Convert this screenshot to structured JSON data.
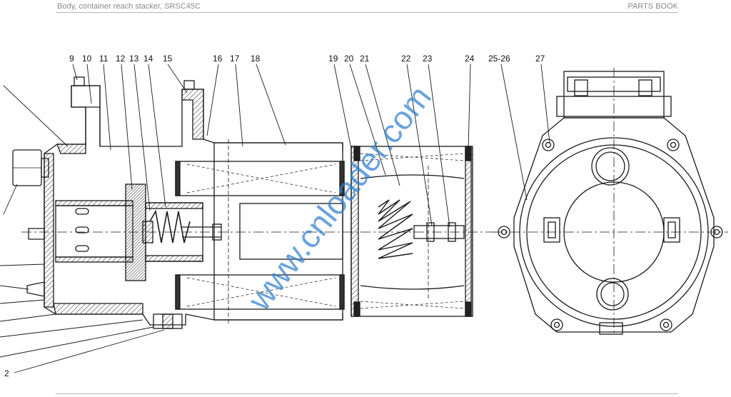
{
  "header": {
    "title": "Body, container reach stacker, SRSC45C",
    "section": "PARTS BOOK"
  },
  "callouts": {
    "c2": "2",
    "c9": "9",
    "c10": "10",
    "c11": "11",
    "c12": "12",
    "c13": "13",
    "c14": "14",
    "c15": "15",
    "c16": "16",
    "c17": "17",
    "c18": "18",
    "c19": "19",
    "c20": "20",
    "c21": "21",
    "c22": "22",
    "c23": "23",
    "c24": "24",
    "c2526": "25-26",
    "c27": "27"
  },
  "watermark": "www.cnloader.com",
  "colors": {
    "line": "#1a1a1a",
    "hatch": "#6b6b6b",
    "watermark": "#2f7fd0",
    "header_text": "#8a8a8a"
  }
}
